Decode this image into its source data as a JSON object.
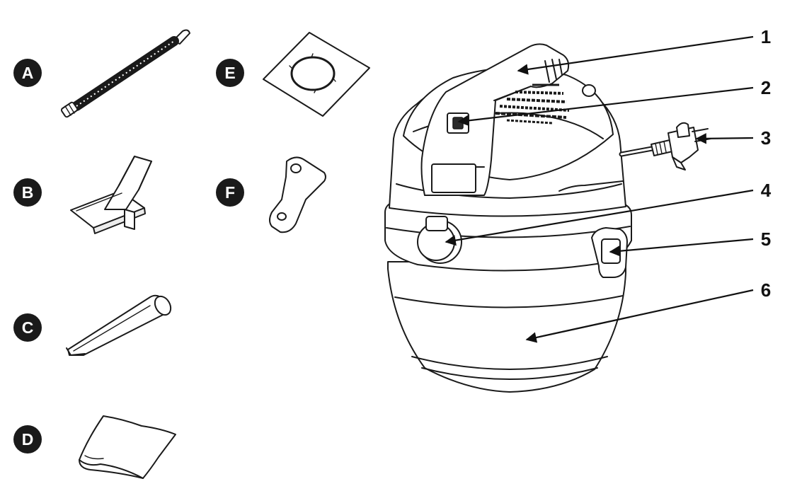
{
  "accessories": [
    {
      "letter": "A"
    },
    {
      "letter": "B"
    },
    {
      "letter": "C"
    },
    {
      "letter": "D"
    },
    {
      "letter": "E"
    },
    {
      "letter": "F"
    }
  ],
  "callouts": [
    {
      "number": "1"
    },
    {
      "number": "2"
    },
    {
      "number": "3"
    },
    {
      "number": "4"
    },
    {
      "number": "5"
    },
    {
      "number": "6"
    }
  ],
  "colors": {
    "badge": "#1a1a1a",
    "line": "#1a1a1a",
    "background": "#ffffff"
  }
}
